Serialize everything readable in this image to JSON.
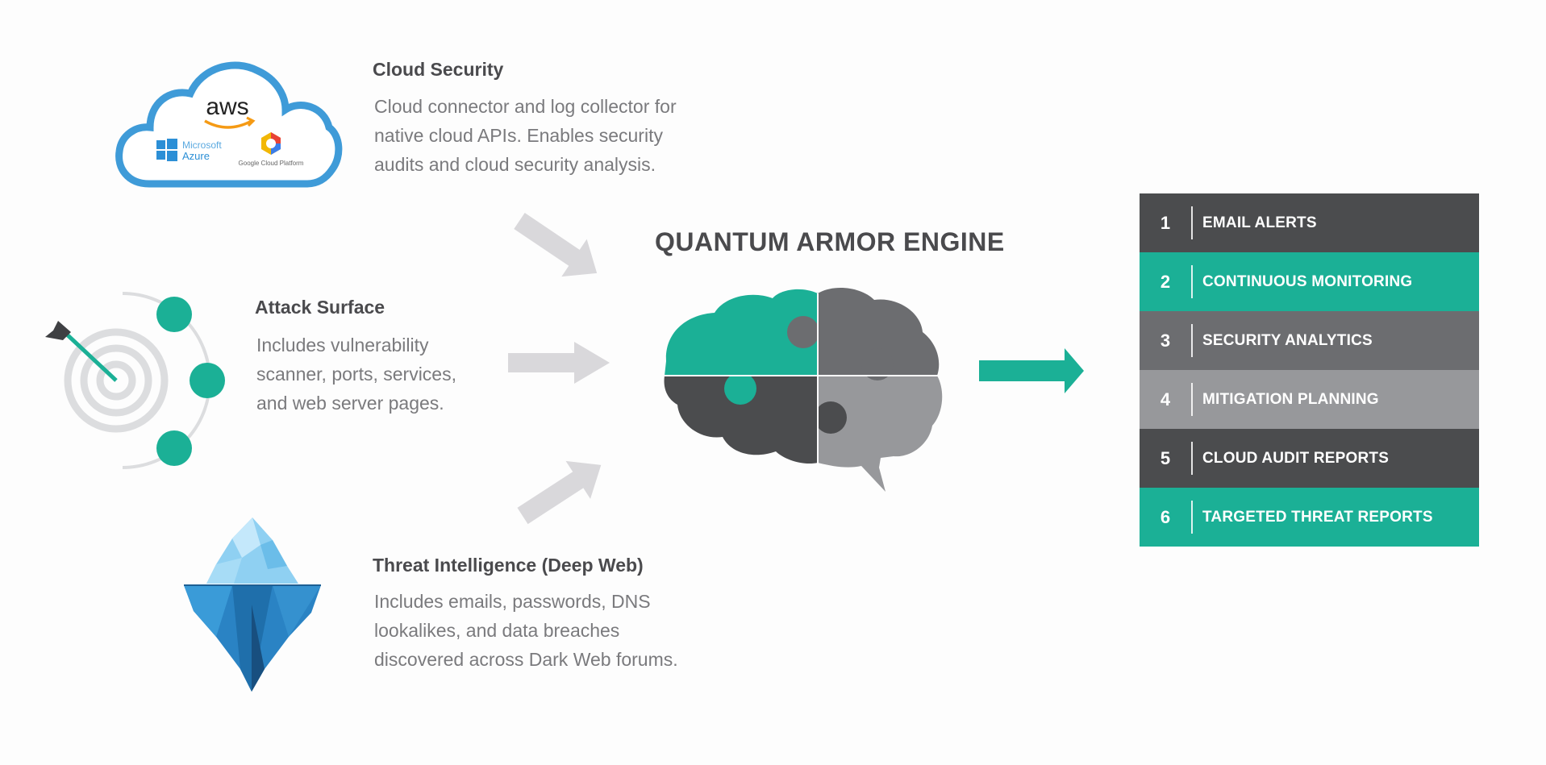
{
  "engine": {
    "title": "QUANTUM ARMOR ENGINE"
  },
  "inputs": [
    {
      "title": "Cloud Security",
      "lines": [
        "Cloud connector and log collector for",
        "native cloud APIs. Enables security",
        "audits and cloud security analysis."
      ]
    },
    {
      "title": "Attack Surface",
      "lines": [
        "Includes vulnerability",
        "scanner, ports, services,",
        "and web server pages."
      ]
    },
    {
      "title": "Threat Intelligence (Deep Web)",
      "lines": [
        "Includes emails, passwords, DNS",
        "lookalikes, and data breaches",
        "discovered across Dark Web forums."
      ]
    }
  ],
  "cloud_logos": {
    "aws": "aws",
    "microsoft": "Microsoft",
    "azure": "Azure",
    "google": "Google Cloud Platform"
  },
  "outputs": [
    {
      "num": "1",
      "label": "EMAIL ALERTS",
      "color": "#4b4c4e"
    },
    {
      "num": "2",
      "label": "CONTINUOUS MONITORING",
      "color": "#1bb096"
    },
    {
      "num": "3",
      "label": "SECURITY ANALYTICS",
      "color": "#6c6d70"
    },
    {
      "num": "4",
      "label": "MITIGATION PLANNING",
      "color": "#97989b"
    },
    {
      "num": "5",
      "label": "CLOUD AUDIT REPORTS",
      "color": "#4b4c4e"
    },
    {
      "num": "6",
      "label": "TARGETED THREAT REPORTS",
      "color": "#1bb096"
    }
  ],
  "colors": {
    "teal": "#1bb096",
    "dark_gray": "#4b4c4e",
    "arrow_gray": "#d9d8db",
    "cloud_blue": "#3f9bd8",
    "iceberg_blue": "#2a83c4"
  }
}
